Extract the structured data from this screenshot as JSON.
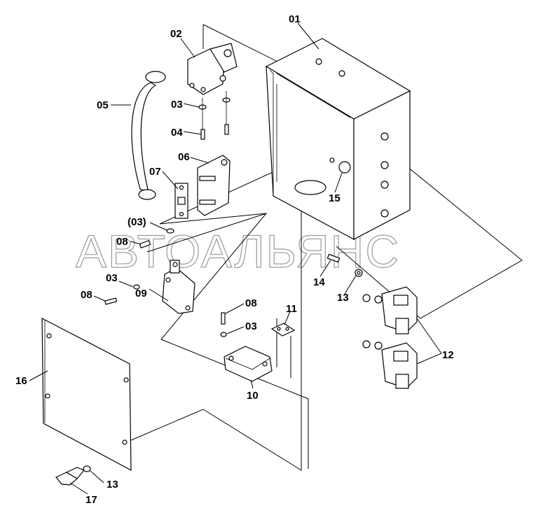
{
  "watermark": "АВТОАЛЬЯНС",
  "labels": [
    {
      "id": "01",
      "text": "01"
    },
    {
      "id": "02",
      "text": "02"
    },
    {
      "id": "03a",
      "text": "03"
    },
    {
      "id": "04",
      "text": "04"
    },
    {
      "id": "05",
      "text": "05"
    },
    {
      "id": "06",
      "text": "06"
    },
    {
      "id": "07",
      "text": "07"
    },
    {
      "id": "03p",
      "text": "(03)"
    },
    {
      "id": "08a",
      "text": "08"
    },
    {
      "id": "03b",
      "text": "03"
    },
    {
      "id": "08b",
      "text": "08"
    },
    {
      "id": "09",
      "text": "09"
    },
    {
      "id": "08c",
      "text": "08"
    },
    {
      "id": "03c",
      "text": "03"
    },
    {
      "id": "11",
      "text": "11"
    },
    {
      "id": "10",
      "text": "10"
    },
    {
      "id": "15",
      "text": "15"
    },
    {
      "id": "14",
      "text": "14"
    },
    {
      "id": "13a",
      "text": "13"
    },
    {
      "id": "12",
      "text": "12"
    },
    {
      "id": "16",
      "text": "16"
    },
    {
      "id": "13b",
      "text": "13"
    },
    {
      "id": "17",
      "text": "17"
    }
  ]
}
